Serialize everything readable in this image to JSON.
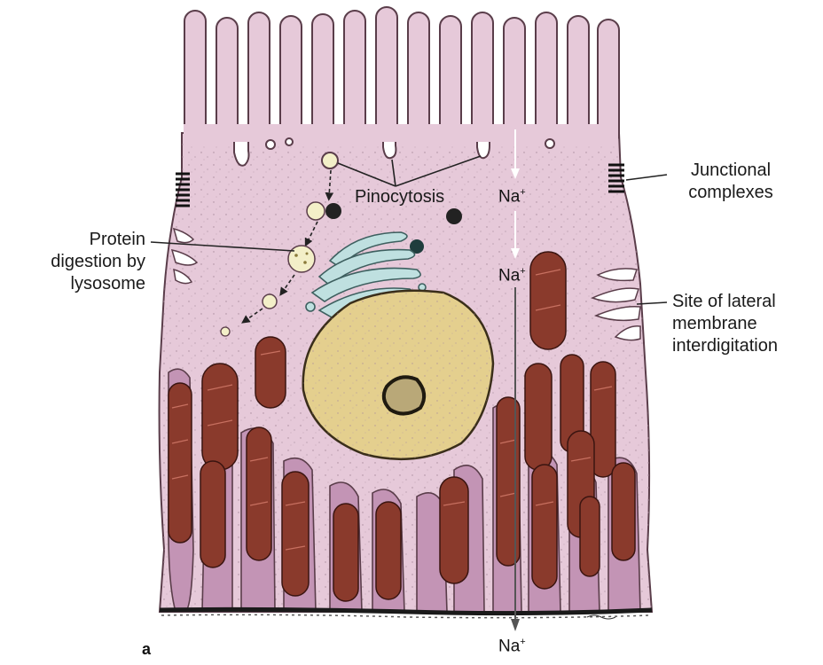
{
  "labels": {
    "pinocytosis": "Pinocytosis",
    "protein_line1": "Protein",
    "protein_line2": "digestion by",
    "protein_line3": "lysosome",
    "junctional_line1": "Junctional",
    "junctional_line2": "complexes",
    "lateral_line1": "Site of lateral",
    "lateral_line2": "membrane",
    "lateral_line3": "interdigitation",
    "na": "Na",
    "na_charge": "+",
    "panel": "a"
  },
  "colors": {
    "cytoplasm": "#e6c9d9",
    "outline": "#5a3d4a",
    "nucleus": "#e4cf8e",
    "mitochondria": "#8a3a2c",
    "golgi": "#bfe0e0",
    "basal": "#c394b5"
  }
}
